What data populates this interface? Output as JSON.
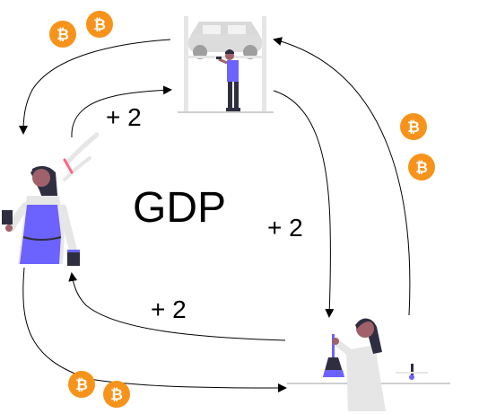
{
  "diagram": {
    "title": "GDP",
    "flows": [
      {
        "from": "barista",
        "to": "mechanic",
        "label": "+ 2"
      },
      {
        "from": "mechanic",
        "to": "scientist",
        "label": "+ 2"
      },
      {
        "from": "scientist",
        "to": "barista",
        "label": "+ 2"
      }
    ],
    "payment_arrows": [
      {
        "from": "mechanic",
        "to": "barista"
      },
      {
        "from": "scientist",
        "to": "mechanic"
      },
      {
        "from": "barista",
        "to": "scientist"
      }
    ],
    "actors": [
      {
        "role": "barista",
        "icon": "barista-icon"
      },
      {
        "role": "mechanic",
        "icon": "mechanic-icon"
      },
      {
        "role": "scientist",
        "icon": "scientist-icon"
      }
    ],
    "coin_icon": "bitcoin-icon"
  },
  "colors": {
    "accent_purple": "#6c63ff",
    "coin_orange": "#f7931a",
    "arrow": "#000000",
    "skin": "#a0616a",
    "hair": "#2f2e41"
  }
}
